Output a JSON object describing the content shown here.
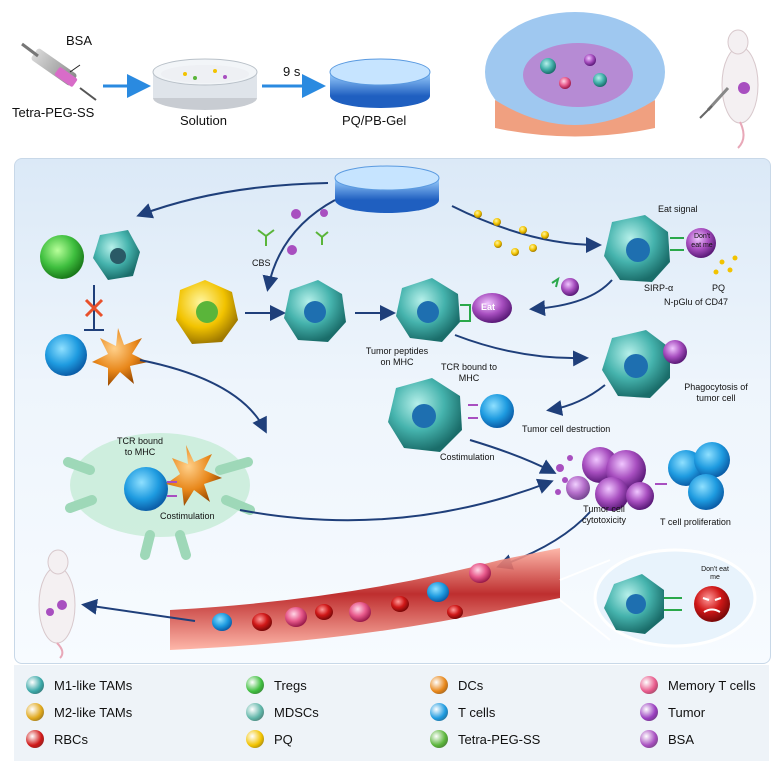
{
  "top": {
    "bsa": "BSA",
    "tetra": "Tetra-PEG-SS",
    "solution": "Solution",
    "time": "9 s",
    "gel": "PQ/PB-Gel"
  },
  "labels": {
    "cbs": "CBS",
    "eat_signal": "Eat signal",
    "dont_eat_me_small": "Don't eat me",
    "sirp": "SIRP-α",
    "pq": "PQ",
    "npglu": "N-pGlu of CD47",
    "eat": "Eat",
    "tumor_peptides": "Tumor peptides on MHC",
    "tcr1": "TCR bound to MHC",
    "phagocytosis": "Phagocytosis of tumor cell",
    "destruction": "Tumor cell destruction",
    "costim1": "Costimulation",
    "tcr2": "TCR bound to MHC",
    "costim2": "Costimulation",
    "cytotoxicity": "Tumor cell cytotoxicity",
    "proliferation": "T cell proliferation",
    "dont_eat_me_big": "Don't eat me"
  },
  "legend": [
    {
      "label": "M1-like TAMs",
      "icon": "m1-tam-icon",
      "color": "#3aa8a8"
    },
    {
      "label": "Tregs",
      "icon": "treg-icon",
      "color": "#3fbf3f"
    },
    {
      "label": "DCs",
      "icon": "dc-icon",
      "color": "#e8871a"
    },
    {
      "label": "Memory T cells",
      "icon": "memory-t-icon",
      "color": "#e85a8c"
    },
    {
      "label": "M2-like TAMs",
      "icon": "m2-tam-icon",
      "color": "#e0a81c"
    },
    {
      "label": "MDSCs",
      "icon": "mdsc-icon",
      "color": "#5fb5a8"
    },
    {
      "label": "T cells",
      "icon": "t-cell-icon",
      "color": "#1e9be0"
    },
    {
      "label": "Tumor",
      "icon": "tumor-icon",
      "color": "#9a3fc0"
    },
    {
      "label": "RBCs",
      "icon": "rbc-icon",
      "color": "#d01818"
    },
    {
      "label": "PQ",
      "icon": "pq-icon",
      "color": "#f2c300"
    },
    {
      "label": "Tetra-PEG-SS",
      "icon": "tetra-peg-icon",
      "color": "#5ab53a"
    },
    {
      "label": "BSA",
      "icon": "bsa-icon",
      "color": "#a84fc0"
    }
  ]
}
